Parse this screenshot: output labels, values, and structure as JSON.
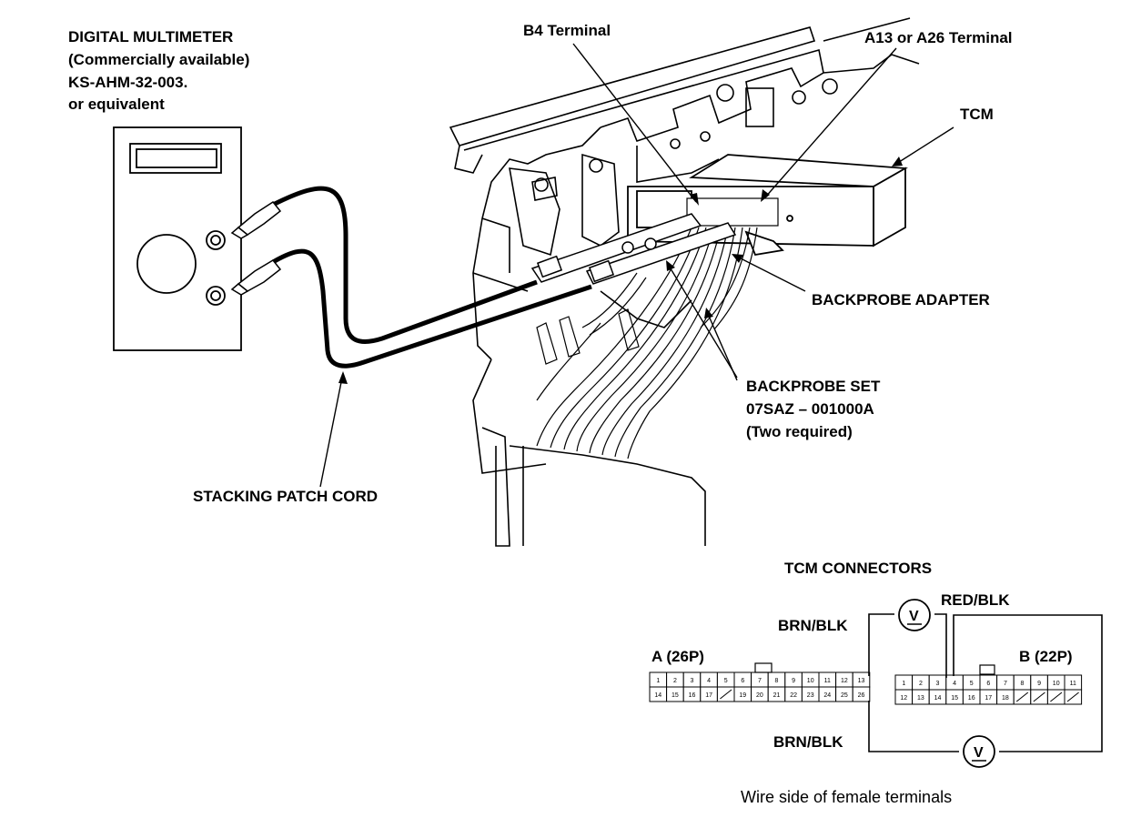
{
  "labels": {
    "multimeter_line1": "DIGITAL MULTIMETER",
    "multimeter_line2": "(Commercially available)",
    "multimeter_line3": "KS-AHM-32-003.",
    "multimeter_line4": "or equivalent",
    "b4_terminal": "B4 Terminal",
    "a13_a26_terminal": "A13 or A26 Terminal",
    "tcm": "TCM",
    "backprobe_adapter": "BACKPROBE ADAPTER",
    "backprobe_set_line1": "BACKPROBE SET",
    "backprobe_set_line2": "07SAZ – 001000A",
    "backprobe_set_line3": "(Two required)",
    "stacking_patch_cord": "STACKING PATCH CORD",
    "tcm_connectors": "TCM CONNECTORS",
    "red_blk": "RED/BLK",
    "brn_blk_top": "BRN/BLK",
    "brn_blk_bottom": "BRN/BLK",
    "connector_a": "A (26P)",
    "connector_b": "B (22P)",
    "wire_side": "Wire side of female terminals",
    "voltmeter_symbol": "V"
  },
  "connector_a": {
    "row1": [
      "1",
      "2",
      "3",
      "4",
      "5",
      "6",
      "7",
      "8",
      "9",
      "10",
      "11",
      "12",
      "13"
    ],
    "row2": [
      "14",
      "15",
      "16",
      "17",
      "/",
      "19",
      "20",
      "21",
      "22",
      "23",
      "24",
      "25",
      "26"
    ]
  },
  "connector_b": {
    "row1": [
      "1",
      "2",
      "3",
      "4",
      "5",
      "6",
      "7",
      "8",
      "9",
      "10",
      "11"
    ],
    "row2": [
      "12",
      "13",
      "14",
      "15",
      "16",
      "17",
      "18",
      "/",
      "/",
      "/",
      "/"
    ]
  },
  "colors": {
    "ink": "#000000",
    "paper": "#ffffff"
  }
}
